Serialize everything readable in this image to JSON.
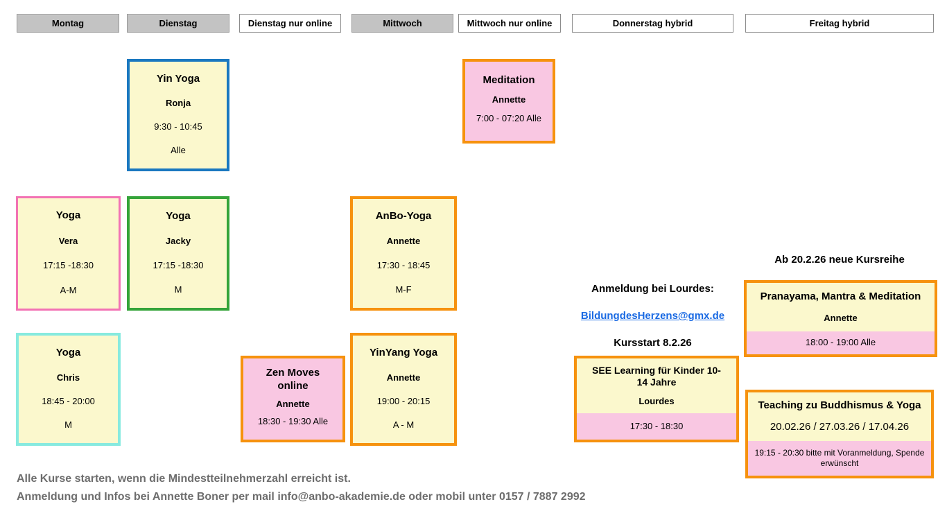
{
  "colors": {
    "card_yellow": "#fbf8cd",
    "card_pink": "#f9c7e2",
    "border_orange": "#f6920e",
    "border_blue": "#1a78c0",
    "border_green": "#35a43a",
    "border_pink": "#f272b4",
    "border_cyan": "#87eadf",
    "header_gray": "#c3c3c3",
    "link_blue": "#1a6ae3",
    "footer_gray": "#6d6d6d"
  },
  "headers": [
    {
      "label": "Montag"
    },
    {
      "label": "Dienstag"
    },
    {
      "label": "Dienstag nur online"
    },
    {
      "label": "Mittwoch"
    },
    {
      "label": "Mittwoch nur online"
    },
    {
      "label": "Donnerstag hybrid"
    },
    {
      "label": "Freitag hybrid"
    }
  ],
  "cards": {
    "yin_yoga": {
      "title": "Yin Yoga",
      "teacher": "Ronja",
      "time": "9:30 - 10:45",
      "level": "Alle"
    },
    "meditation": {
      "title": "Meditation",
      "teacher": "Annette",
      "time": "7:00 - 07:20 Alle"
    },
    "yoga_vera": {
      "title": "Yoga",
      "teacher": "Vera",
      "time": "17:15 -18:30",
      "level": "A-M"
    },
    "yoga_jacky": {
      "title": "Yoga",
      "teacher": "Jacky",
      "time": "17:15 -18:30",
      "level": "M"
    },
    "anbo_yoga": {
      "title": "AnBo-Yoga",
      "teacher": "Annette",
      "time": "17:30 - 18:45",
      "level": "M-F"
    },
    "yoga_chris": {
      "title": "Yoga",
      "teacher": "Chris",
      "time": "18:45 - 20:00",
      "level": "M"
    },
    "zen_moves": {
      "title": "Zen Moves online",
      "teacher": "Annette",
      "time": "18:30 - 19:30 Alle"
    },
    "yinyang_yoga": {
      "title": "YinYang Yoga",
      "teacher": "Annette",
      "time": "19:00 - 20:15",
      "level": "A - M"
    },
    "see_learning": {
      "title": "SEE Learning für Kinder 10-14 Jahre",
      "teacher": "Lourdes",
      "time": "17:30 - 18:30"
    },
    "pranayama": {
      "title": "Pranayama, Mantra & Meditation",
      "teacher": "Annette",
      "time": "18:00 - 19:00 Alle"
    },
    "teaching": {
      "title": "Teaching zu Buddhismus & Yoga",
      "dates": "20.02.26 / 27.03.26 / 17.04.26",
      "time_note": "19:15 - 20:30 bitte mit Voranmeldung, Spende erwünscht"
    }
  },
  "notes": {
    "anmeldung_lourdes": "Anmeldung bei Lourdes:",
    "lourdes_email": "BildungdesHerzens@gmx.de",
    "kursstart": "Kursstart 8.2.26",
    "neue_kursreihe": "Ab 20.2.26 neue Kursreihe"
  },
  "footer": {
    "line1": "Alle Kurse starten, wenn die Mindestteilnehmerzahl erreicht ist.",
    "line2": "Anmeldung und Infos bei Annette Boner per mail info@anbo-akademie.de oder mobil unter 0157 / 7887 2992"
  }
}
